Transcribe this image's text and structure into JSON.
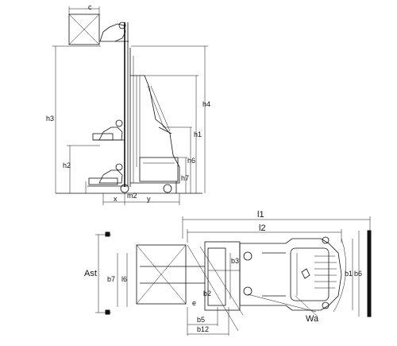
{
  "side_view": {
    "labels": {
      "c": "c",
      "h3": "h3",
      "h4": "h4",
      "h1": "h1",
      "h2": "h2",
      "h6": "h6",
      "h7": "h7",
      "x": "x",
      "m2": "m2",
      "y": "y"
    }
  },
  "top_view": {
    "labels": {
      "l1": "l1",
      "l2": "l2",
      "ast": "Ast",
      "b7": "b7",
      "l6": "l6",
      "b3": "b3",
      "b2": "b2",
      "e": "e",
      "b5": "b5",
      "b12": "b12",
      "wa": "Wa",
      "b1": "b1",
      "b6": "b6"
    }
  }
}
